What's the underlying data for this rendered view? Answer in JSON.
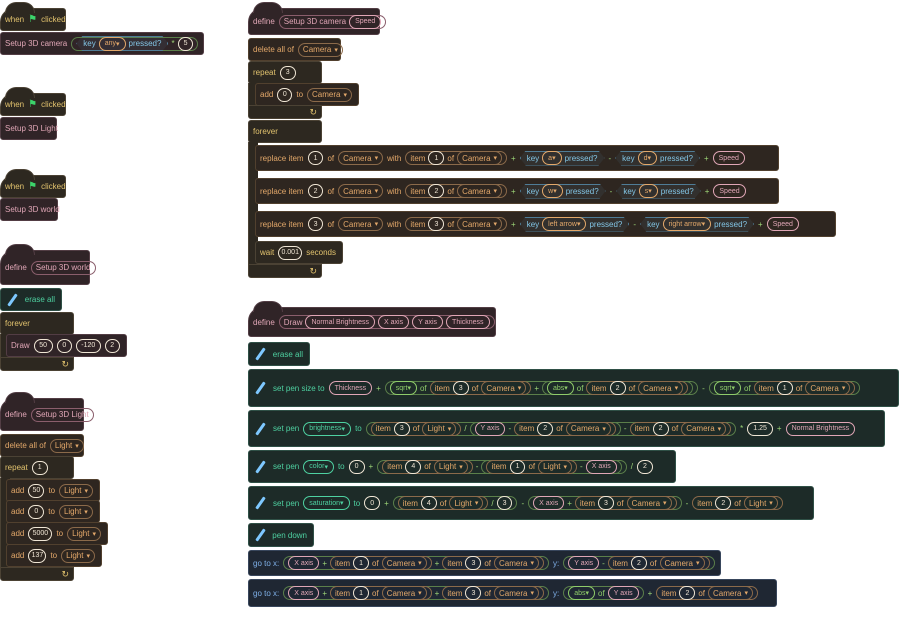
{
  "labels": {
    "when": "when",
    "clicked": "clicked",
    "define": "define",
    "setup_camera": "Setup 3D camera",
    "setup_light": "Setup 3D Light",
    "setup_world": "Setup 3D world",
    "speed": "Speed",
    "key": "key",
    "any": "any",
    "pressed": "pressed?",
    "times": "*",
    "five": "5",
    "erase_all": "erase all",
    "forever": "forever",
    "draw": "Draw",
    "draw_args": [
      "50",
      "0",
      "-120",
      "2"
    ],
    "delete_all_of": "delete all of",
    "camera": "Camera",
    "light": "Light",
    "repeat": "repeat",
    "repeat_cam": "3",
    "repeat_light": "1",
    "add": "add",
    "to": "to",
    "zero": "0",
    "light_adds": [
      "50",
      "0",
      "5000",
      "137"
    ],
    "replace_item": "replace item",
    "of": "of",
    "with": "with",
    "item": "item",
    "one": "1",
    "two": "2",
    "three": "3",
    "four": "4",
    "plus": "+",
    "minus": "-",
    "divide": "/",
    "a": "a",
    "d": "d",
    "w": "w",
    "s": "s",
    "left_arrow": "left arrow",
    "right_arrow": "right arrow",
    "wait": "wait",
    "wait_val": "0.001",
    "seconds": "seconds",
    "normal_brightness": "Normal Brightness",
    "x_axis": "X axis",
    "y_axis": "Y axis",
    "thickness": "Thickness",
    "set_pen_size_to": "set pen size to",
    "sqrt": "sqrt",
    "abs": "abs",
    "set_pen": "set pen",
    "brightness": "brightness",
    "color": "color",
    "saturation": "saturation",
    "val_125": "1.25",
    "pen_down": "pen down",
    "go_to_x": "go to x:",
    "y_colon": "y:"
  },
  "colors": {
    "control": "#e2c36e",
    "custom": "#e0a6b6",
    "list": "#e3a86a",
    "pen": "#4ed1a1",
    "sensing": "#83c6e6",
    "operators": "#8fcc6a"
  },
  "icons": [
    "green-flag-icon",
    "pen-icon",
    "loop-arrow-icon",
    "dropdown-arrow-icon"
  ]
}
